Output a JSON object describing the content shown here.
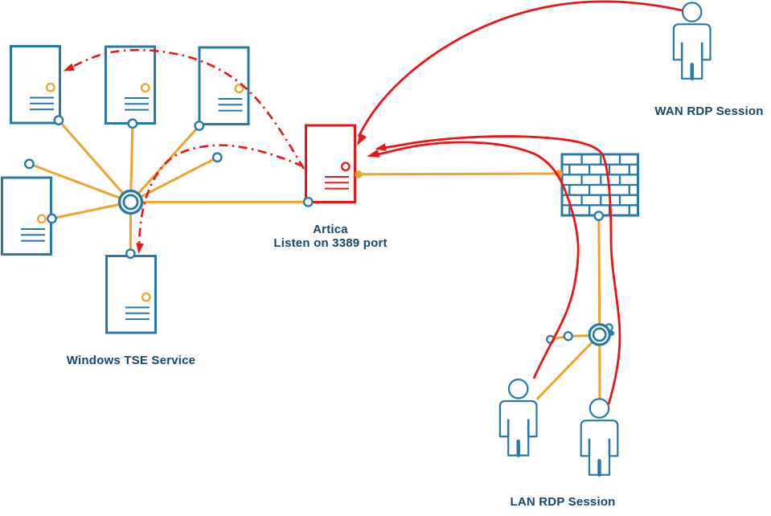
{
  "diagram": {
    "title": "RDP flow through Artica network diagram",
    "labels": {
      "tse_cluster": "Windows TSE Service",
      "artica_title": "Artica",
      "artica_subtitle": "Listen on 3389 port",
      "wan_session": "WAN RDP Session",
      "lan_session": "LAN RDP Session"
    },
    "colors": {
      "node_blue": "#2878A8",
      "link_orange": "#EFA32F",
      "flow_red": "#EC1414",
      "label_navy": "#17476B",
      "background": "#FFFFFF"
    },
    "icons": {
      "server": "server-icon",
      "hub": "hub-icon",
      "firewall": "brick-wall-firewall-icon",
      "user": "person-icon",
      "connection_point": "connection-point-dot"
    },
    "nodes": {
      "tse_servers_count": 5,
      "artica_server_color": "red",
      "lan_users_count": 2,
      "wan_users_count": 1
    }
  }
}
